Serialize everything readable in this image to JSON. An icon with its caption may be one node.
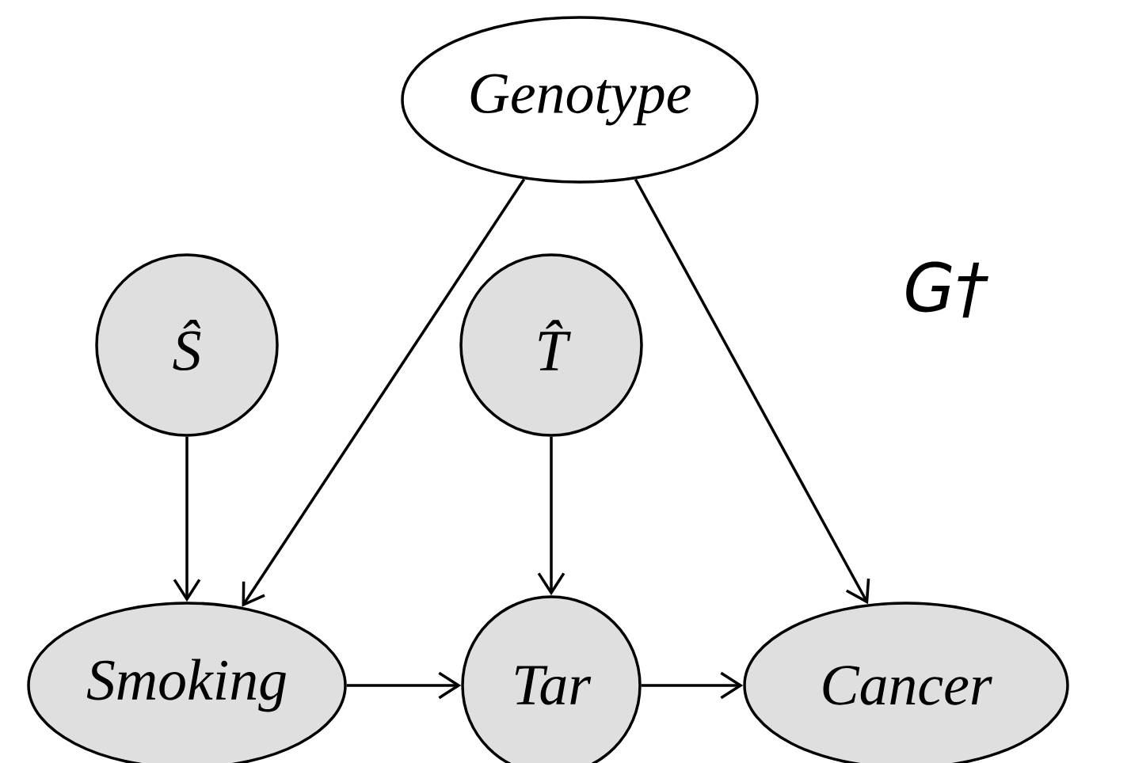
{
  "diagram": {
    "nodes": [
      {
        "text": [
          "Genotype"
        ]
      },
      {
        "text": [
          "Ŝ"
        ]
      },
      {
        "text": [
          "T̂"
        ]
      },
      {
        "text": [
          "Smoking"
        ]
      },
      {
        "text": [
          "Tar"
        ]
      },
      {
        "text": [
          "Cancer"
        ]
      }
    ],
    "edges": [
      {
        "from": 0,
        "to": 3,
        "arrow": "to"
      },
      {
        "from": 0,
        "to": 5,
        "arrow": "to"
      },
      {
        "from": 1,
        "to": 3,
        "arrow": "to"
      },
      {
        "from": 2,
        "to": 4,
        "arrow": "to"
      },
      {
        "from": 3,
        "to": 4,
        "arrow": "to"
      },
      {
        "from": 4,
        "to": 5,
        "arrow": "to"
      }
    ],
    "labels": [
      "G†"
    ]
  }
}
